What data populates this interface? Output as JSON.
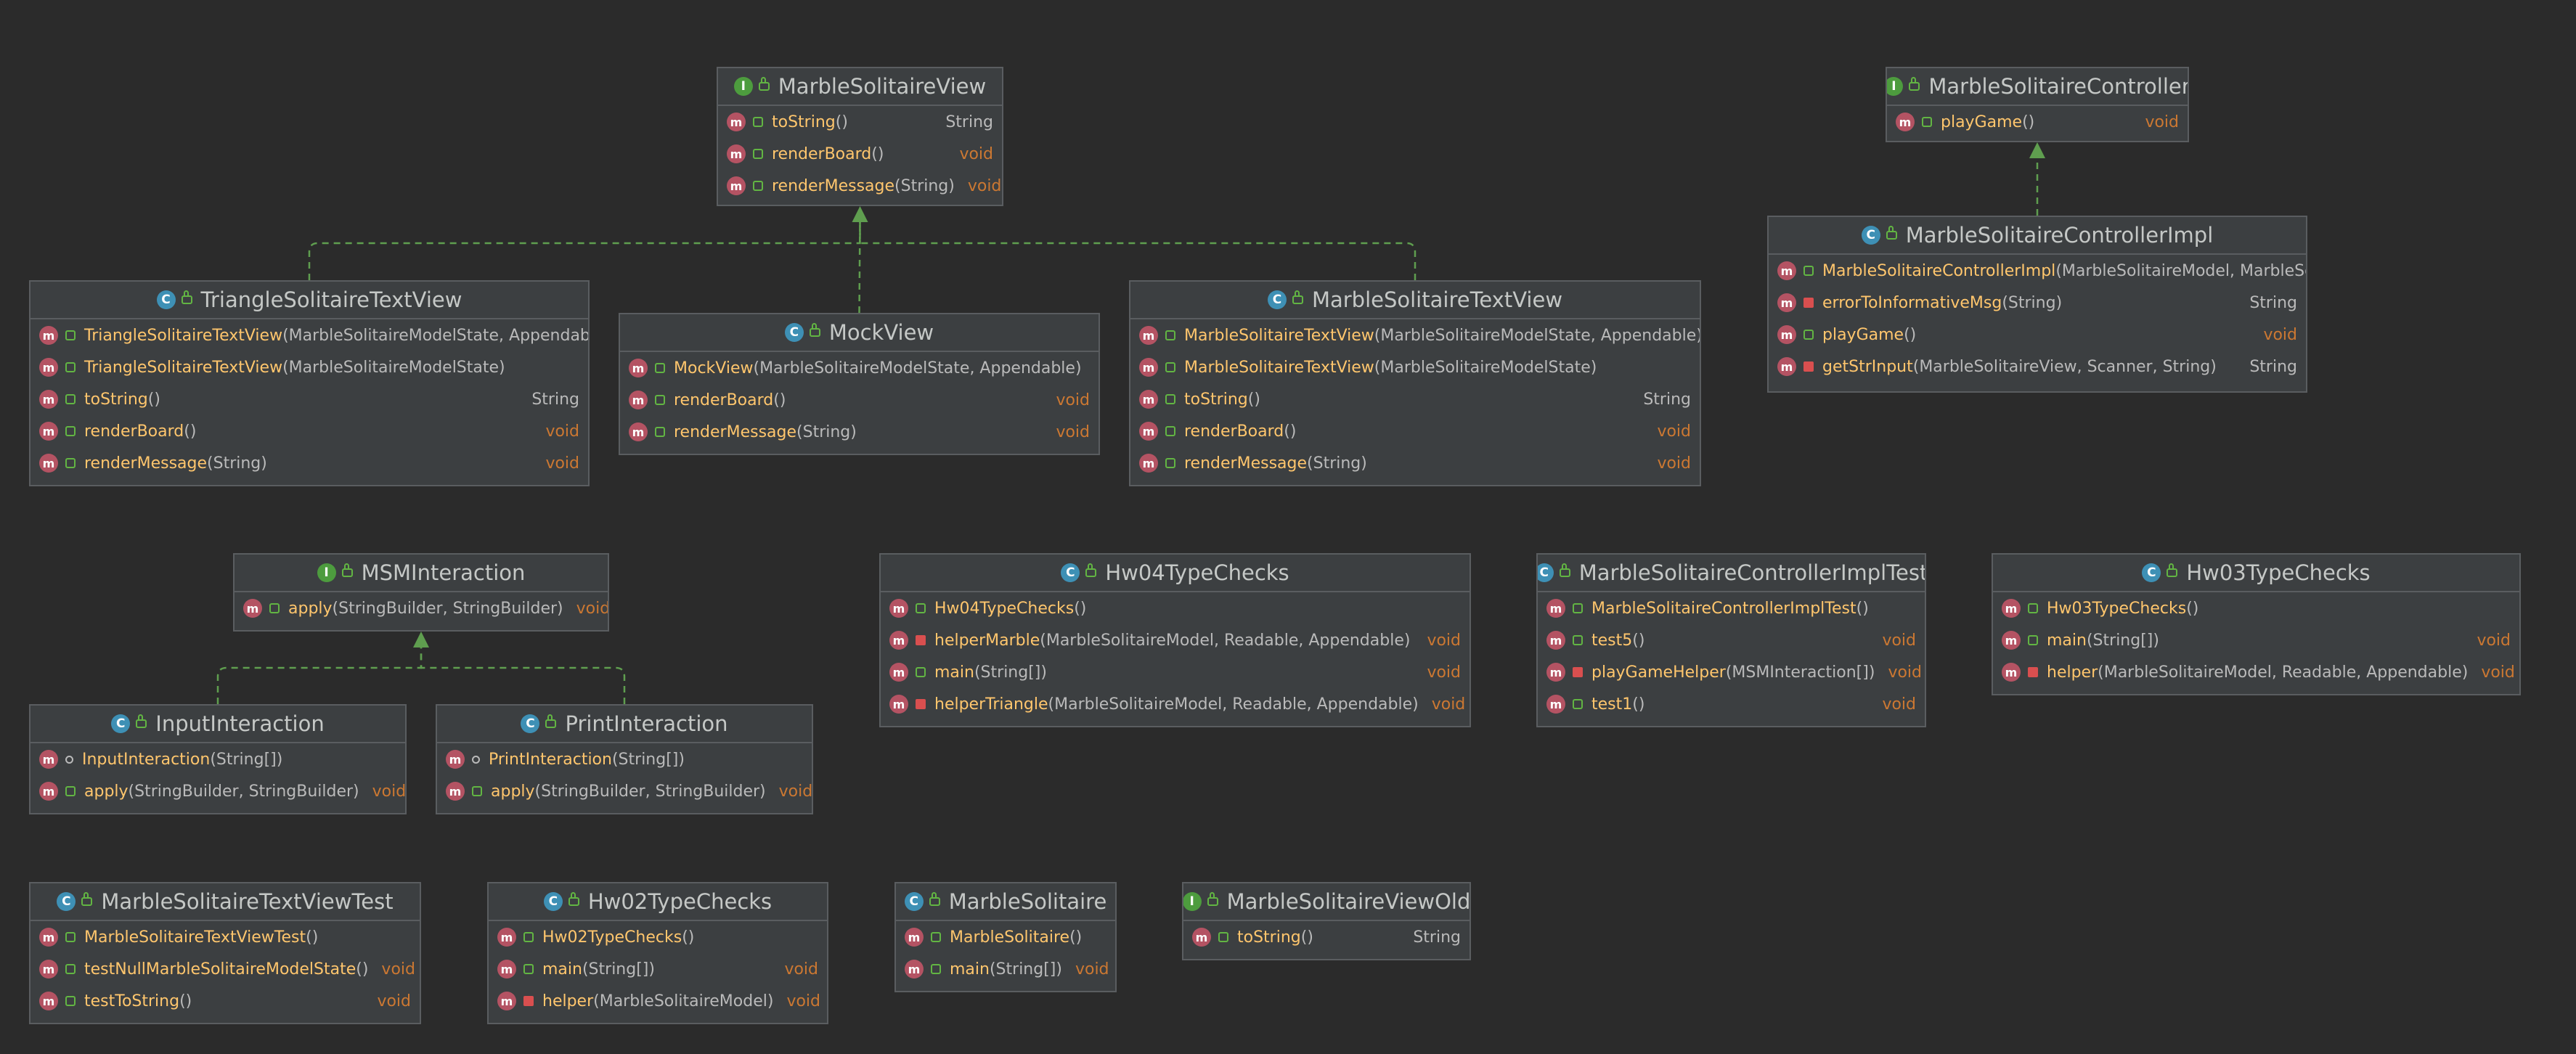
{
  "diagram": {
    "boxes": [
      {
        "id": "MarbleSolitaireView",
        "name": "MarbleSolitaireView",
        "kind": "interface",
        "kind_glyph": "I",
        "members": [
          {
            "name": "toString",
            "params": "()",
            "returns": "String",
            "visibility": "public",
            "icon": "abstract-method-icon"
          },
          {
            "name": "renderBoard",
            "params": "()",
            "returns": "void",
            "visibility": "public",
            "icon": "abstract-method-icon"
          },
          {
            "name": "renderMessage",
            "params": "(String)",
            "returns": "void",
            "visibility": "public",
            "icon": "abstract-method-icon"
          }
        ]
      },
      {
        "id": "MarbleSolitaireController",
        "name": "MarbleSolitaireController",
        "kind": "interface",
        "kind_glyph": "I",
        "members": [
          {
            "name": "playGame",
            "params": "()",
            "returns": "void",
            "visibility": "public",
            "icon": "abstract-method-icon"
          }
        ]
      },
      {
        "id": "MarbleSolitaireControllerImpl",
        "name": "MarbleSolitaireControllerImpl",
        "kind": "class",
        "kind_glyph": "C",
        "members": [
          {
            "name": "MarbleSolitaireControllerImpl",
            "params": "(MarbleSolitaireModel, MarbleSo",
            "returns": "",
            "visibility": "public",
            "icon": "method-icon"
          },
          {
            "name": "errorToInformativeMsg",
            "params": "(String)",
            "returns": "String",
            "visibility": "private",
            "icon": "method-icon"
          },
          {
            "name": "playGame",
            "params": "()",
            "returns": "void",
            "visibility": "public",
            "icon": "method-icon"
          },
          {
            "name": "getStrInput",
            "params": "(MarbleSolitaireView, Scanner, String)",
            "returns": "String",
            "visibility": "private",
            "icon": "method-icon"
          }
        ]
      },
      {
        "id": "TriangleSolitaireTextView",
        "name": "TriangleSolitaireTextView",
        "kind": "class",
        "kind_glyph": "C",
        "members": [
          {
            "name": "TriangleSolitaireTextView",
            "params": "(MarbleSolitaireModelState, Appendab",
            "returns": "",
            "visibility": "public",
            "icon": "method-icon"
          },
          {
            "name": "TriangleSolitaireTextView",
            "params": "(MarbleSolitaireModelState)",
            "returns": "",
            "visibility": "public",
            "icon": "method-icon"
          },
          {
            "name": "toString",
            "params": "()",
            "returns": "String",
            "visibility": "public",
            "icon": "method-icon"
          },
          {
            "name": "renderBoard",
            "params": "()",
            "returns": "void",
            "visibility": "public",
            "icon": "method-icon"
          },
          {
            "name": "renderMessage",
            "params": "(String)",
            "returns": "void",
            "visibility": "public",
            "icon": "method-icon"
          }
        ]
      },
      {
        "id": "MockView",
        "name": "MockView",
        "kind": "class",
        "kind_glyph": "C",
        "members": [
          {
            "name": "MockView",
            "params": "(MarbleSolitaireModelState, Appendable)",
            "returns": "",
            "visibility": "public",
            "icon": "method-icon"
          },
          {
            "name": "renderBoard",
            "params": "()",
            "returns": "void",
            "visibility": "public",
            "icon": "method-icon"
          },
          {
            "name": "renderMessage",
            "params": "(String)",
            "returns": "void",
            "visibility": "public",
            "icon": "method-icon"
          }
        ]
      },
      {
        "id": "MarbleSolitaireTextView",
        "name": "MarbleSolitaireTextView",
        "kind": "class",
        "kind_glyph": "C",
        "members": [
          {
            "name": "MarbleSolitaireTextView",
            "params": "(MarbleSolitaireModelState, Appendable)",
            "returns": "",
            "visibility": "public",
            "icon": "method-icon"
          },
          {
            "name": "MarbleSolitaireTextView",
            "params": "(MarbleSolitaireModelState)",
            "returns": "",
            "visibility": "public",
            "icon": "method-icon"
          },
          {
            "name": "toString",
            "params": "()",
            "returns": "String",
            "visibility": "public",
            "icon": "method-icon"
          },
          {
            "name": "renderBoard",
            "params": "()",
            "returns": "void",
            "visibility": "public",
            "icon": "method-icon"
          },
          {
            "name": "renderMessage",
            "params": "(String)",
            "returns": "void",
            "visibility": "public",
            "icon": "method-icon"
          }
        ]
      },
      {
        "id": "MSMInteraction",
        "name": "MSMInteraction",
        "kind": "interface",
        "kind_glyph": "I",
        "members": [
          {
            "name": "apply",
            "params": "(StringBuilder, StringBuilder)",
            "returns": "void",
            "visibility": "public",
            "icon": "abstract-method-icon"
          }
        ]
      },
      {
        "id": "InputInteraction",
        "name": "InputInteraction",
        "kind": "class",
        "kind_glyph": "C",
        "members": [
          {
            "name": "InputInteraction",
            "params": "(String[])",
            "returns": "",
            "visibility": "package",
            "icon": "method-icon"
          },
          {
            "name": "apply",
            "params": "(StringBuilder, StringBuilder)",
            "returns": "void",
            "visibility": "public",
            "icon": "method-icon"
          }
        ]
      },
      {
        "id": "PrintInteraction",
        "name": "PrintInteraction",
        "kind": "class",
        "kind_glyph": "C",
        "members": [
          {
            "name": "PrintInteraction",
            "params": "(String[])",
            "returns": "",
            "visibility": "package",
            "icon": "method-icon"
          },
          {
            "name": "apply",
            "params": "(StringBuilder, StringBuilder)",
            "returns": "void",
            "visibility": "public",
            "icon": "method-icon"
          }
        ]
      },
      {
        "id": "Hw04TypeChecks",
        "name": "Hw04TypeChecks",
        "kind": "class",
        "kind_glyph": "C",
        "members": [
          {
            "name": "Hw04TypeChecks",
            "params": "()",
            "returns": "",
            "visibility": "public",
            "icon": "method-icon"
          },
          {
            "name": "helperMarble",
            "params": "(MarbleSolitaireModel, Readable, Appendable)",
            "returns": "void",
            "visibility": "private",
            "icon": "static-method-icon"
          },
          {
            "name": "main",
            "params": "(String[])",
            "returns": "void",
            "visibility": "public",
            "icon": "static-method-icon"
          },
          {
            "name": "helperTriangle",
            "params": "(MarbleSolitaireModel, Readable, Appendable)",
            "returns": "void",
            "visibility": "private",
            "icon": "static-method-icon"
          }
        ]
      },
      {
        "id": "MarbleSolitaireControllerImplTest",
        "name": "MarbleSolitaireControllerImplTest",
        "kind": "class",
        "kind_glyph": "C",
        "members": [
          {
            "name": "MarbleSolitaireControllerImplTest",
            "params": "()",
            "returns": "",
            "visibility": "public",
            "icon": "method-icon"
          },
          {
            "name": "test5",
            "params": "()",
            "returns": "void",
            "visibility": "public",
            "icon": "method-icon"
          },
          {
            "name": "playGameHelper",
            "params": "(MSMInteraction[])",
            "returns": "void",
            "visibility": "private",
            "icon": "method-icon"
          },
          {
            "name": "test1",
            "params": "()",
            "returns": "void",
            "visibility": "public",
            "icon": "method-icon"
          }
        ]
      },
      {
        "id": "Hw03TypeChecks",
        "name": "Hw03TypeChecks",
        "kind": "class",
        "kind_glyph": "C",
        "members": [
          {
            "name": "Hw03TypeChecks",
            "params": "()",
            "returns": "",
            "visibility": "public",
            "icon": "method-icon"
          },
          {
            "name": "main",
            "params": "(String[])",
            "returns": "void",
            "visibility": "public",
            "icon": "static-method-icon"
          },
          {
            "name": "helper",
            "params": "(MarbleSolitaireModel, Readable, Appendable)",
            "returns": "void",
            "visibility": "private",
            "icon": "static-method-icon"
          }
        ]
      },
      {
        "id": "MarbleSolitaireTextViewTest",
        "name": "MarbleSolitaireTextViewTest",
        "kind": "class",
        "kind_glyph": "C",
        "members": [
          {
            "name": "MarbleSolitaireTextViewTest",
            "params": "()",
            "returns": "",
            "visibility": "public",
            "icon": "method-icon"
          },
          {
            "name": "testNullMarbleSolitaireModelState",
            "params": "()",
            "returns": "void",
            "visibility": "public",
            "icon": "method-icon"
          },
          {
            "name": "testToString",
            "params": "()",
            "returns": "void",
            "visibility": "public",
            "icon": "method-icon"
          }
        ]
      },
      {
        "id": "Hw02TypeChecks",
        "name": "Hw02TypeChecks",
        "kind": "class",
        "kind_glyph": "C",
        "members": [
          {
            "name": "Hw02TypeChecks",
            "params": "()",
            "returns": "",
            "visibility": "public",
            "icon": "method-icon"
          },
          {
            "name": "main",
            "params": "(String[])",
            "returns": "void",
            "visibility": "public",
            "icon": "static-method-icon"
          },
          {
            "name": "helper",
            "params": "(MarbleSolitaireModel)",
            "returns": "void",
            "visibility": "private",
            "icon": "static-method-icon"
          }
        ]
      },
      {
        "id": "MarbleSolitaire",
        "name": "MarbleSolitaire",
        "kind": "class",
        "kind_glyph": "C",
        "members": [
          {
            "name": "MarbleSolitaire",
            "params": "()",
            "returns": "",
            "visibility": "public",
            "icon": "method-icon"
          },
          {
            "name": "main",
            "params": "(String[])",
            "returns": "void",
            "visibility": "public",
            "icon": "static-method-icon"
          }
        ]
      },
      {
        "id": "MarbleSolitaireViewOld",
        "name": "MarbleSolitaireViewOld",
        "kind": "interface",
        "kind_glyph": "I",
        "members": [
          {
            "name": "toString",
            "params": "()",
            "returns": "String",
            "visibility": "public",
            "icon": "abstract-method-icon"
          }
        ]
      }
    ],
    "relations": [
      {
        "from": "TriangleSolitaireTextView",
        "to": "MarbleSolitaireView",
        "type": "implements"
      },
      {
        "from": "MockView",
        "to": "MarbleSolitaireView",
        "type": "implements"
      },
      {
        "from": "MarbleSolitaireTextView",
        "to": "MarbleSolitaireView",
        "type": "implements"
      },
      {
        "from": "MarbleSolitaireControllerImpl",
        "to": "MarbleSolitaireController",
        "type": "implements"
      },
      {
        "from": "InputInteraction",
        "to": "MSMInteraction",
        "type": "implements"
      },
      {
        "from": "PrintInteraction",
        "to": "MSMInteraction",
        "type": "implements"
      }
    ],
    "colors": {
      "background": "#2b2b2b",
      "node_fill": "#3c3f41",
      "node_border": "#5a5d60",
      "edge": "#5f9e4f",
      "method_name": "#ffc66d",
      "return_keyword": "#cc7832",
      "interface_badge": "#4d9c3e",
      "class_badge": "#3e90b5",
      "method_badge": "#b45363"
    }
  }
}
